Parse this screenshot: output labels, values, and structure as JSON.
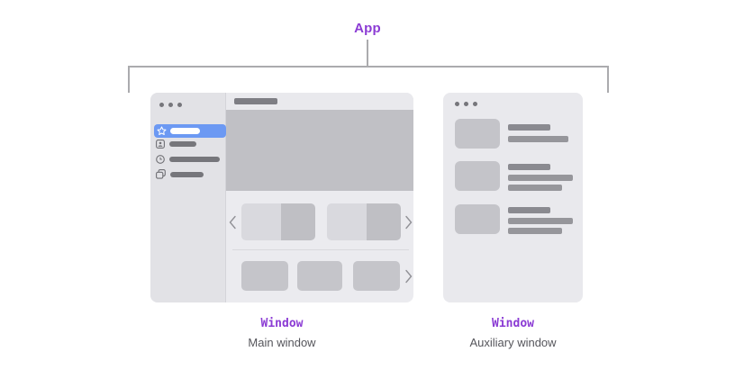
{
  "labels": {
    "app": "App"
  },
  "main_window": {
    "caption_title": "Window",
    "caption_subtitle": "Main window",
    "sidebar_items": [
      {
        "icon": "star",
        "selected": true
      },
      {
        "icon": "person"
      },
      {
        "icon": "clock"
      },
      {
        "icon": "copy"
      }
    ],
    "carousel_rows": 2
  },
  "aux_window": {
    "caption_title": "Window",
    "caption_subtitle": "Auxiliary window",
    "list_items": [
      {
        "lines": 2
      },
      {
        "lines": 3
      },
      {
        "lines": 3
      }
    ]
  },
  "colors": {
    "accent_purple": "#8B3BD4",
    "selection_blue": "#6C99F3",
    "bracket_line": "#ABABAE",
    "subtitle_gray": "#55555B"
  }
}
